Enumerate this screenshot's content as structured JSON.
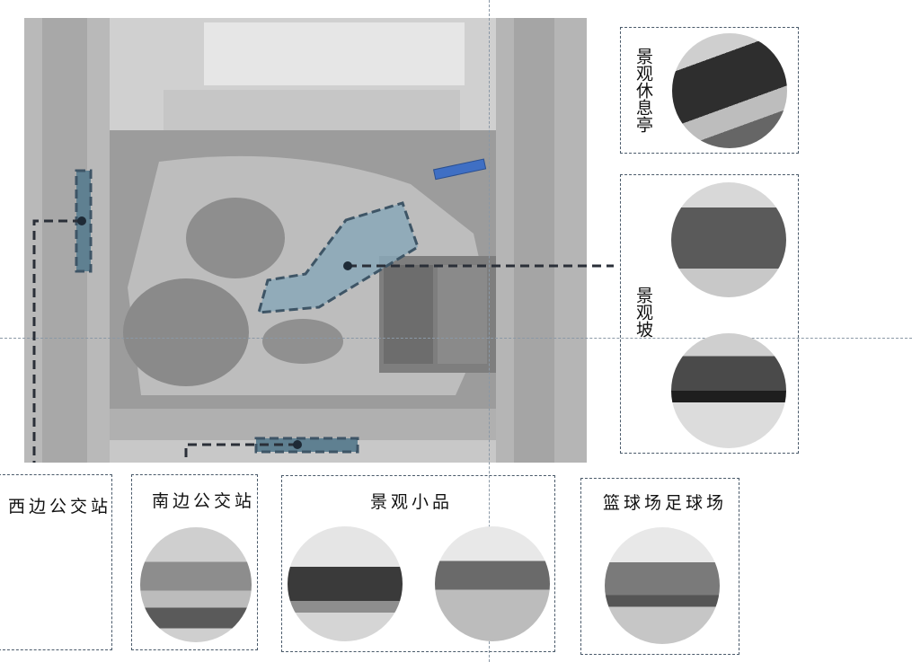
{
  "map": {
    "title": "site aerial map",
    "highlight_color": "#5f8091",
    "accent_blue": "#3f6fc4"
  },
  "callouts": {
    "west_bus_stop": "西边公交站",
    "south_bus_stop": "南边公交站",
    "landscape_features": "景观小品",
    "courts": "篮球场足球场",
    "pavilion": "景观休息亭",
    "slope": "景观坡"
  }
}
